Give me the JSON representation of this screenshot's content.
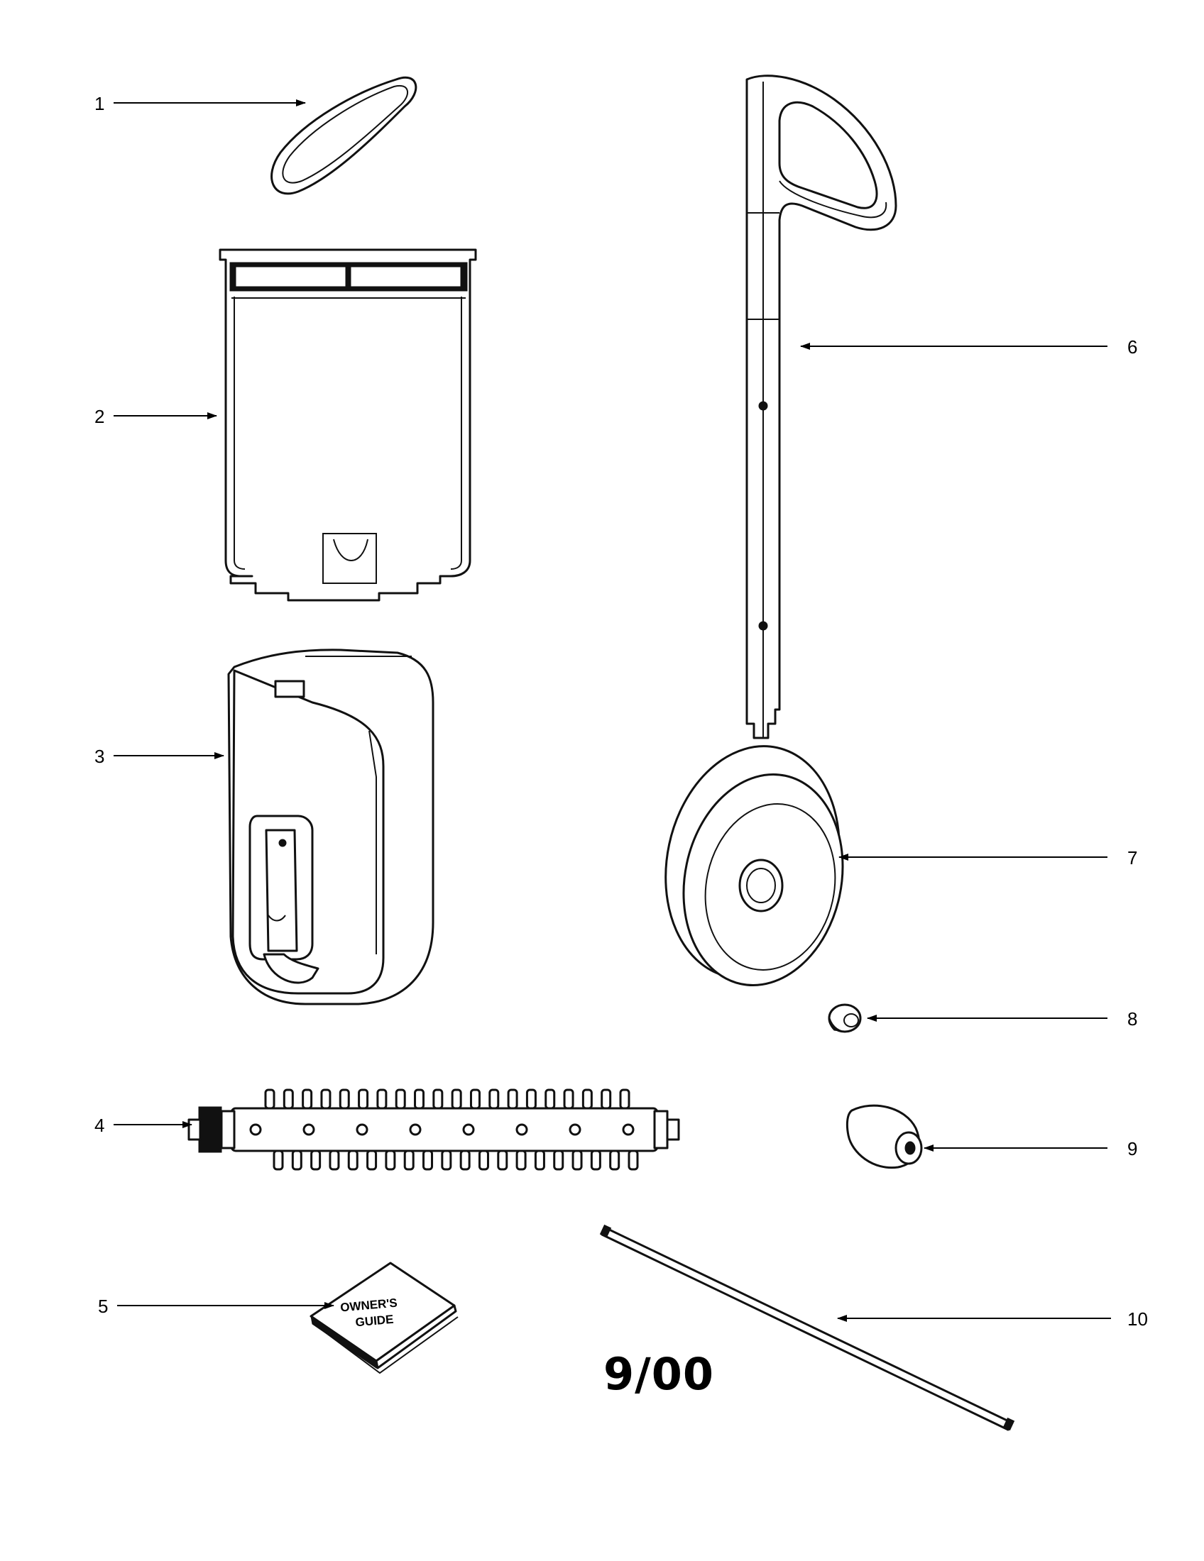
{
  "diagram": {
    "callouts": [
      {
        "id": 1,
        "label": "1"
      },
      {
        "id": 2,
        "label": "2"
      },
      {
        "id": 3,
        "label": "3"
      },
      {
        "id": 4,
        "label": "4"
      },
      {
        "id": 5,
        "label": "5"
      },
      {
        "id": 6,
        "label": "6"
      },
      {
        "id": 7,
        "label": "7"
      },
      {
        "id": 8,
        "label": "8"
      },
      {
        "id": 9,
        "label": "9"
      },
      {
        "id": 10,
        "label": "10"
      }
    ],
    "guide_text_line1": "OWNER'S",
    "guide_text_line2": "GUIDE",
    "date_stamp": "9/00",
    "line_color": "#111111",
    "background_color": "#ffffff"
  }
}
